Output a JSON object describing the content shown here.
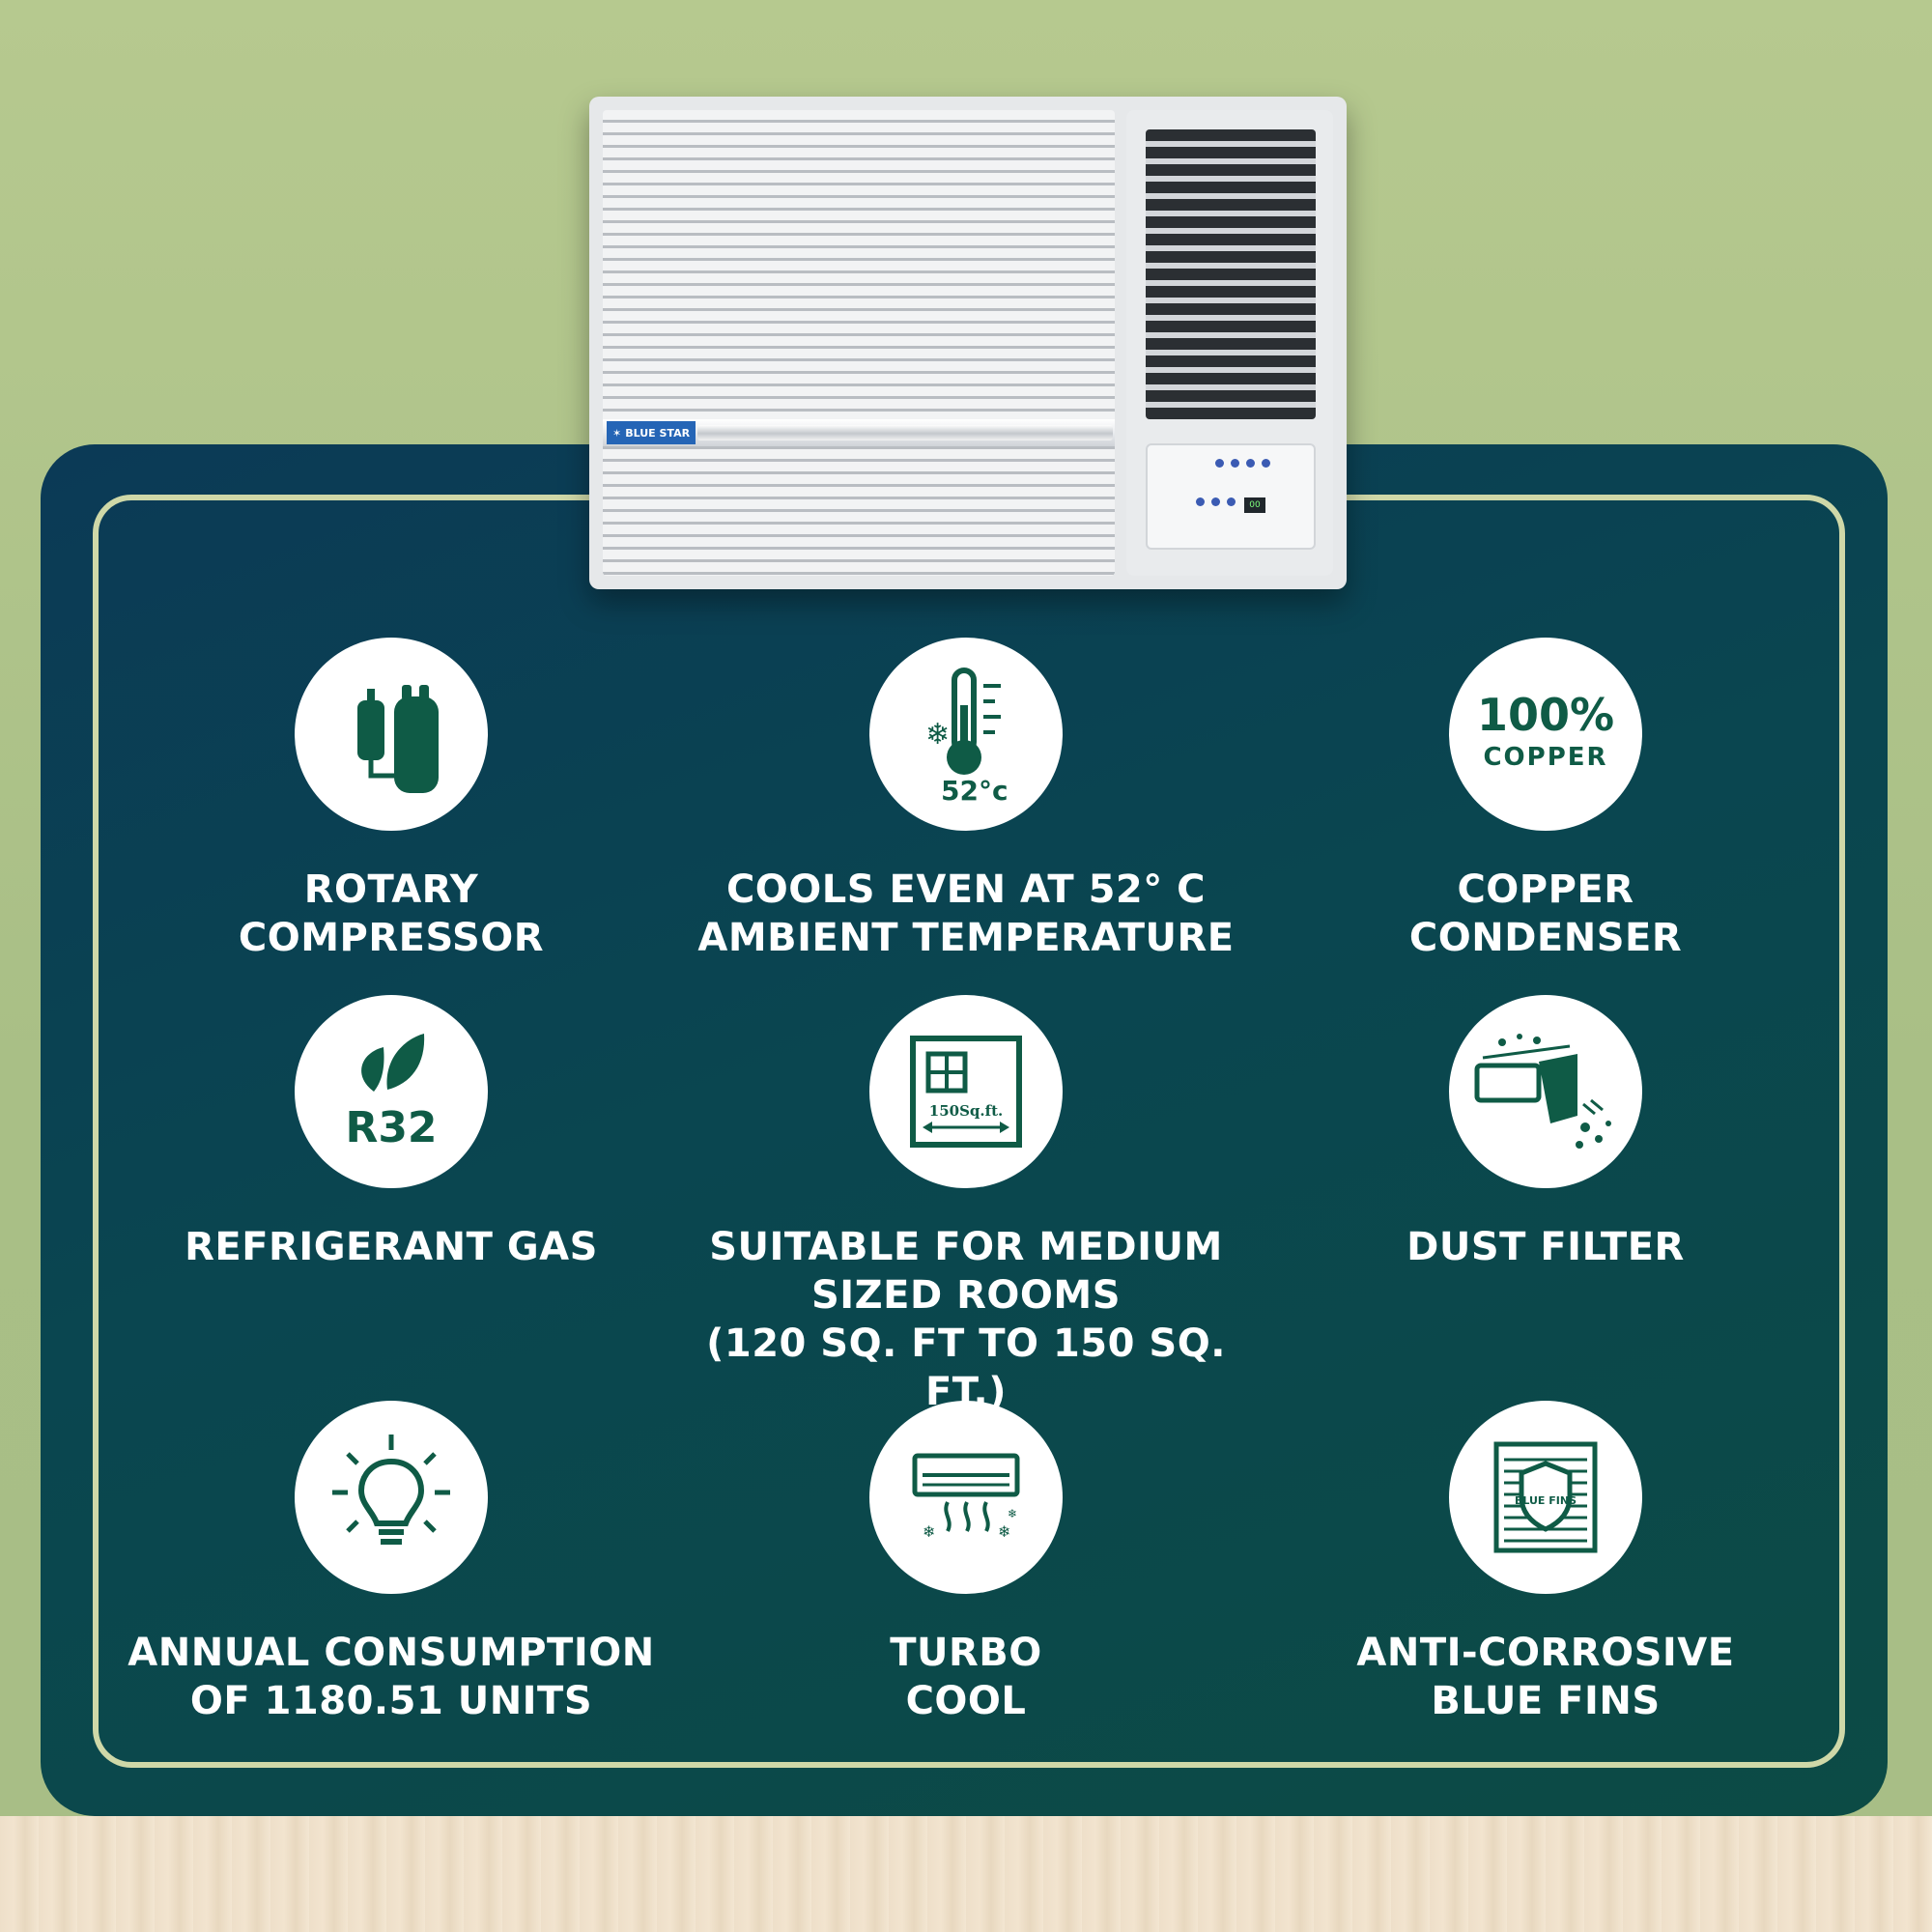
{
  "brand": {
    "name": "BLUE STAR"
  },
  "ac_display": "00",
  "icons": {
    "thermo_value": "52°c",
    "copper_pct": "100%",
    "copper_word": "COPPER",
    "gas_code": "R32",
    "room_size": "150Sq.ft.",
    "fins_badge": "BLUE FINS"
  },
  "features": [
    {
      "icon": "rotary-compressor-icon",
      "label": "ROTARY\nCOMPRESSOR"
    },
    {
      "icon": "thermometer-icon",
      "label": "COOLS EVEN AT 52° C\nAMBIENT TEMPERATURE"
    },
    {
      "icon": "copper-badge-icon",
      "label": "COPPER\nCONDENSER"
    },
    {
      "icon": "leaf-r32-icon",
      "label": "REFRIGERANT GAS"
    },
    {
      "icon": "room-size-icon",
      "label": "SUITABLE FOR MEDIUM\nSIZED ROOMS\n(120 SQ. FT TO 150 SQ. FT.)"
    },
    {
      "icon": "dust-filter-icon",
      "label": "DUST FILTER"
    },
    {
      "icon": "light-bulb-icon",
      "label": "ANNUAL CONSUMPTION\nOF 1180.51 UNITS"
    },
    {
      "icon": "turbo-cool-icon",
      "label": "TURBO\nCOOL"
    },
    {
      "icon": "blue-fins-shield-icon",
      "label": "ANTI-CORROSIVE\nBLUE FINS"
    }
  ],
  "colors": {
    "icon_green": "#0f5b46",
    "panel_blue": "#0b3a56",
    "panel_teal": "#0c4b45",
    "border": "#cfd8a8",
    "wall": "#b6c98f"
  }
}
